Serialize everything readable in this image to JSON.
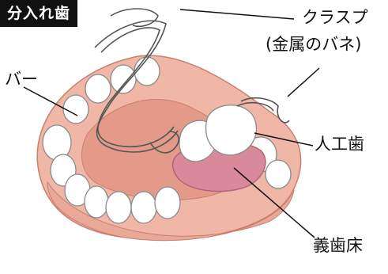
{
  "corner_tag": "分入れ歯",
  "labels": {
    "clasp": "クラスプ",
    "clasp_sub": "(金属のバネ)",
    "bar": "バー",
    "artificial_tooth": "人工歯",
    "denture_base": "義歯床"
  },
  "colors": {
    "gum": "#f0b6a6",
    "gum_shadow": "#e49a88",
    "tooth": "#ffffff",
    "tooth_outline": "#8a8a8a",
    "metal": "#ffffff",
    "metal_outline": "#555555",
    "denture_base": "#d98a9a",
    "tag_bg": "#111111"
  }
}
